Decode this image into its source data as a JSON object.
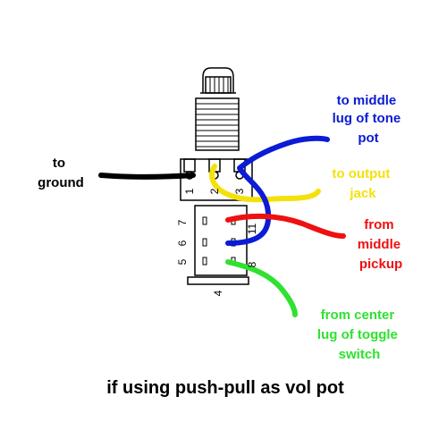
{
  "colors": {
    "ground": "#000000",
    "tone": "#0b1bd6",
    "output": "#f5e10a",
    "pickup": "#ef1010",
    "toggle": "#2fe22f"
  },
  "labels": {
    "ground": [
      "to",
      "ground"
    ],
    "tone": [
      "to middle",
      "lug of tone",
      "pot"
    ],
    "output": [
      "to output",
      "jack"
    ],
    "pickup": [
      "from",
      "middle",
      "pickup"
    ],
    "toggle": [
      "from center",
      "lug of toggle",
      "switch"
    ]
  },
  "lug_numbers": {
    "top": [
      "1",
      "2",
      "3"
    ],
    "n4": "4",
    "n5": "5",
    "n6": "6",
    "n7": "7",
    "n8": "8",
    "n11": "11"
  },
  "caption": "if using push-pull as vol pot"
}
